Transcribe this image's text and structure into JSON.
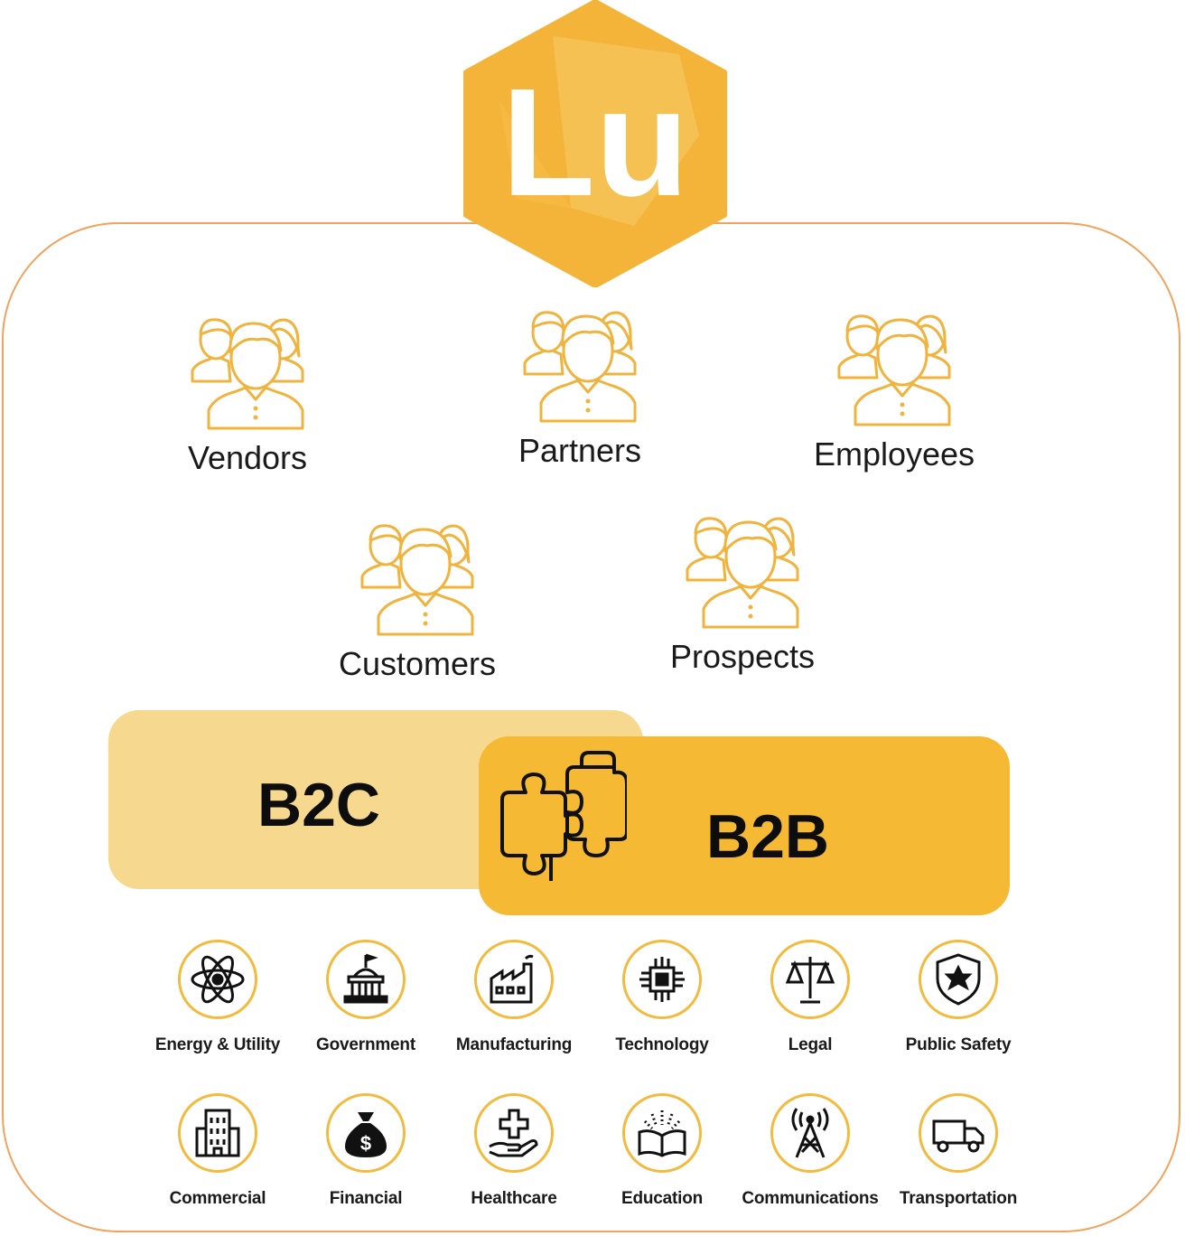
{
  "logo": {
    "text": "Lu",
    "color": "#F4B43A"
  },
  "groups": [
    {
      "label": "Vendors",
      "icon": "people-group-icon"
    },
    {
      "label": "Partners",
      "icon": "people-group-icon"
    },
    {
      "label": "Employees",
      "icon": "people-group-icon"
    },
    {
      "label": "Customers",
      "icon": "people-group-icon"
    },
    {
      "label": "Prospects",
      "icon": "people-group-icon"
    }
  ],
  "segments": {
    "b2c": {
      "label": "B2C",
      "color": "#F6D88F"
    },
    "b2b": {
      "label": "B2B",
      "color": "#F6B933",
      "icon": "puzzle-pieces-icon"
    }
  },
  "industries": [
    {
      "label": "Energy & Utility",
      "icon": "atom-icon"
    },
    {
      "label": "Government",
      "icon": "government-building-icon"
    },
    {
      "label": "Manufacturing",
      "icon": "factory-icon"
    },
    {
      "label": "Technology",
      "icon": "microchip-icon"
    },
    {
      "label": "Legal",
      "icon": "scales-icon"
    },
    {
      "label": "Public Safety",
      "icon": "police-badge-icon"
    },
    {
      "label": "Commercial",
      "icon": "office-building-icon"
    },
    {
      "label": "Financial",
      "icon": "money-bag-icon"
    },
    {
      "label": "Healthcare",
      "icon": "medical-hand-icon"
    },
    {
      "label": "Education",
      "icon": "open-book-icon"
    },
    {
      "label": "Communications",
      "icon": "radio-tower-icon"
    },
    {
      "label": "Transportation",
      "icon": "truck-icon"
    }
  ],
  "colors": {
    "accent": "#F4B43A",
    "frame": "#F0A35C",
    "icon_stroke": "#F0B43E"
  }
}
